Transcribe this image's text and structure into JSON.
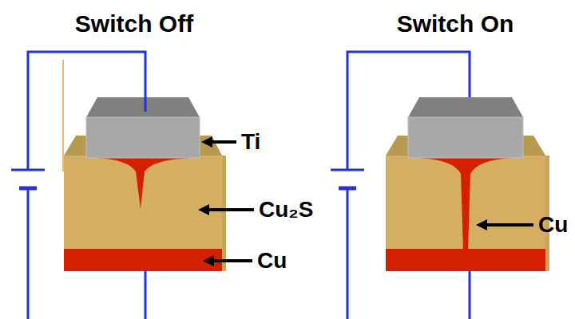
{
  "diagram": {
    "labels": [
      "Switch Off",
      "Switch On",
      "Ti",
      "Cu₂S",
      "Cu",
      "Cu"
    ]
  }
}
